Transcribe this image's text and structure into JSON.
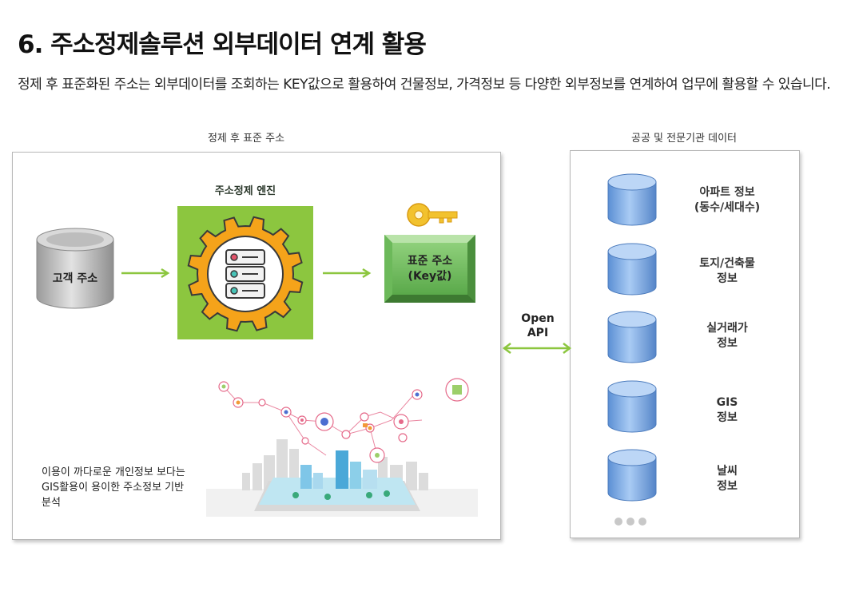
{
  "title": "6. 주소정제솔루션 외부데이터 연계 활용",
  "description": "정제 후 표준화된 주소는 외부데이터를 조회하는 KEY값으로 활용하여 건물정보, 가격정보 등 다양한 외부정보를 연계하여 업무에 활용할 수 있습니다.",
  "left_panel": {
    "heading": "정제 후 표준 주소",
    "engine_label": "주소정제 엔진",
    "customer_db_label": "고객 주소",
    "standard_label_line1": "표준 주소",
    "standard_label_line2": "(Key값)",
    "gis_text": "이용이 까다로운 개인정보 보다는 GIS활용이 용이한 주소정보 기반 분석"
  },
  "connector": {
    "line1": "Open",
    "line2": "API"
  },
  "right_panel": {
    "heading": "공공 및 전문기관 데이터",
    "items": [
      {
        "line1": "아파트 정보",
        "line2": "(동수/세대수)"
      },
      {
        "line1": "토지/건축물",
        "line2": "정보"
      },
      {
        "line1": "실거래가",
        "line2": "정보"
      },
      {
        "line1": "GIS",
        "line2": "정보"
      },
      {
        "line1": "날씨",
        "line2": "정보"
      }
    ]
  },
  "colors": {
    "green": "#8cc63f",
    "orange": "#f5a31a",
    "db_blue": "#6ea2e0",
    "std_green": "#79c267",
    "key_gold": "#f2c22e"
  }
}
